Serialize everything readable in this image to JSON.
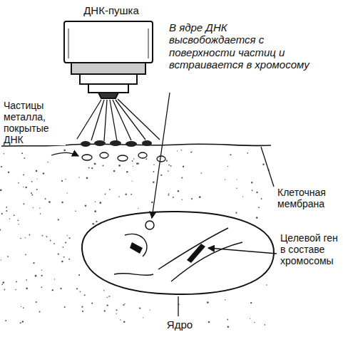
{
  "diagram": {
    "labels": [
      "ДНК-пушка",
      "В ядре ДНК высвобождается с поверхности частиц и встраивается в хромосому",
      "Частицы металла, покрытые ДНК",
      "Клеточная мембрана",
      "Целевой ген в составе хромосомы",
      "Ядро"
    ]
  }
}
